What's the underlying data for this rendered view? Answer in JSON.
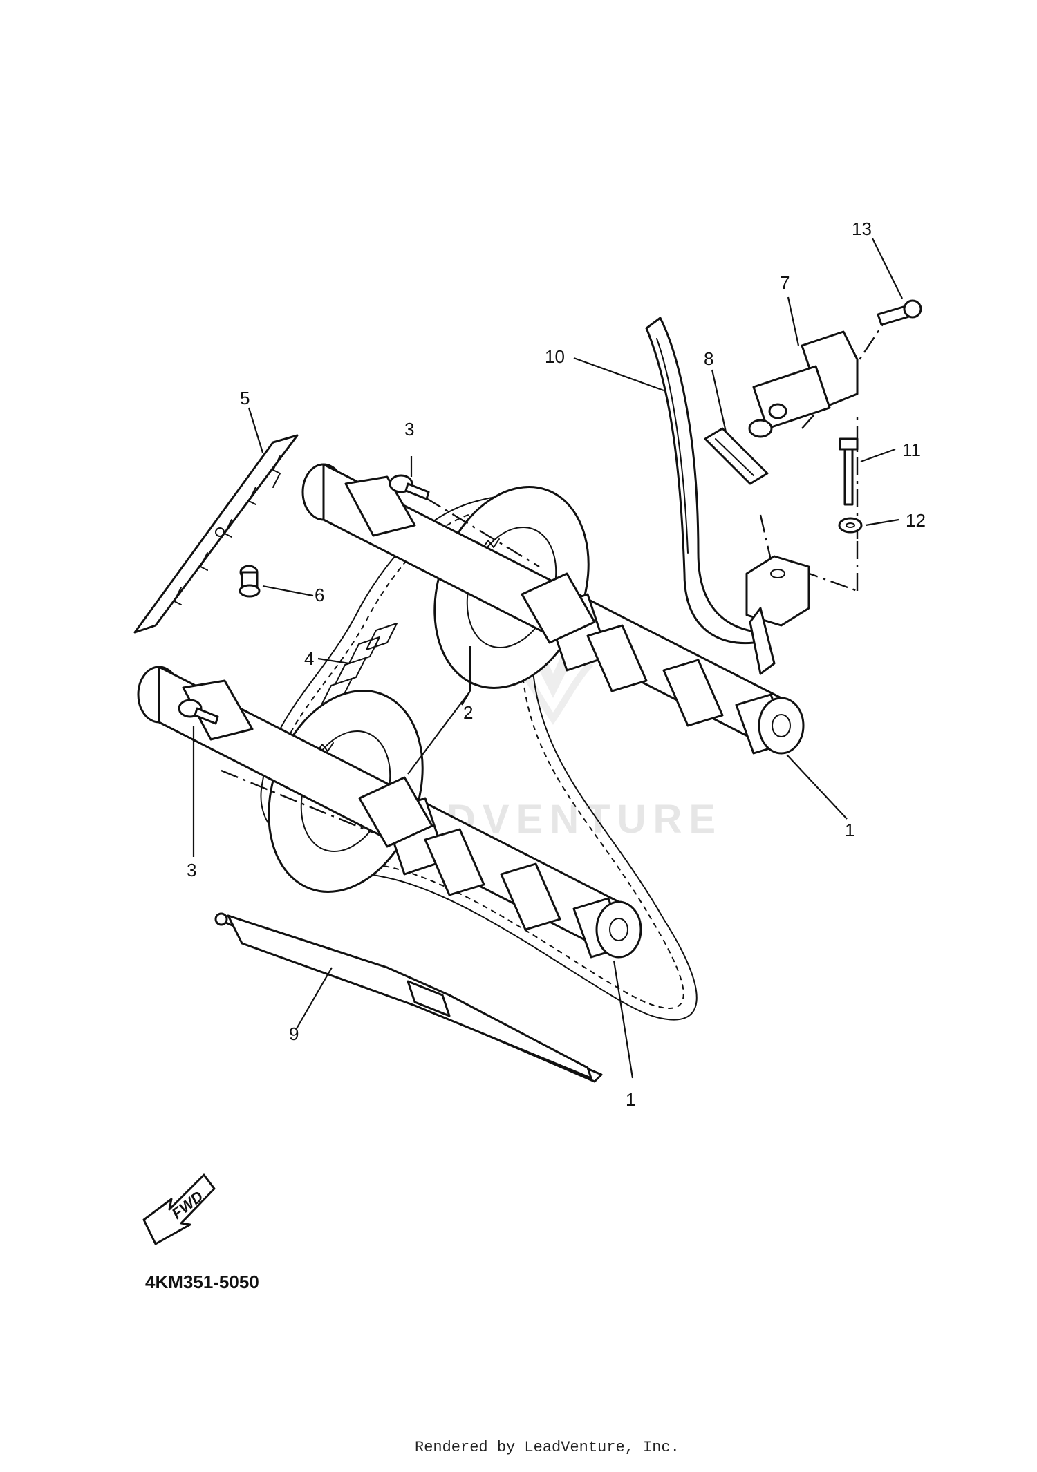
{
  "callouts": {
    "l1a": "1",
    "l1b": "1",
    "l2": "2",
    "l3a": "3",
    "l3b": "3",
    "l4": "4",
    "l5": "5",
    "l6": "6",
    "l7": "7",
    "l8": "8",
    "l9": "9",
    "l10": "10",
    "l11": "11",
    "l12": "12",
    "l13": "13"
  },
  "watermark": "LEADVENTURE",
  "fwd_label": "FWD",
  "diagram_code": "4KM351-5050",
  "footer": "Rendered by LeadVenture, Inc."
}
